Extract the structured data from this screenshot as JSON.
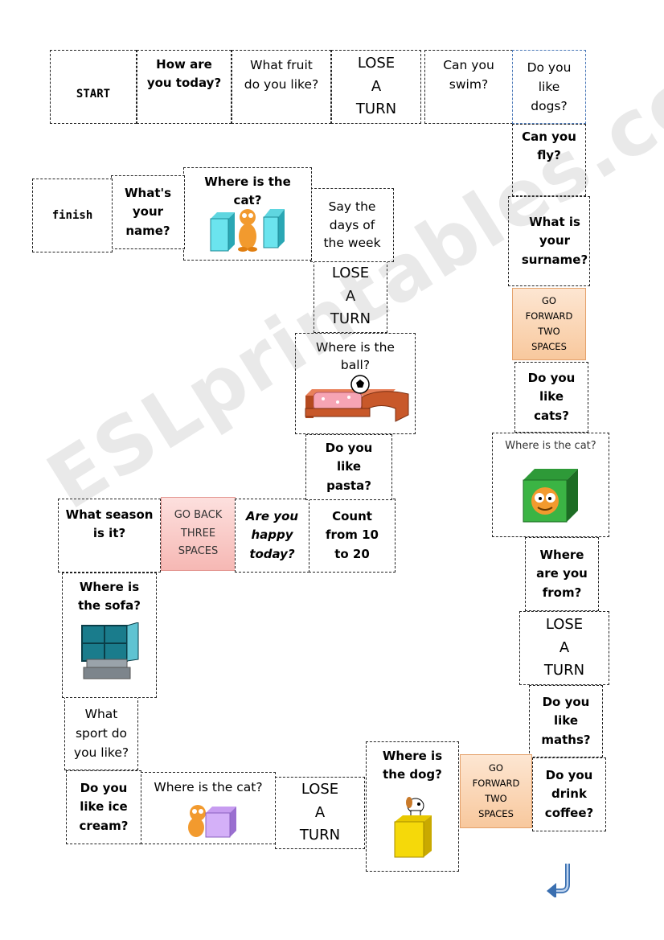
{
  "board": {
    "start": "START",
    "finish": "finish",
    "cells": {
      "c01": "How are\nyou today?",
      "c02": "What fruit\ndo you like?",
      "c03": "LOSE\nA\nTURN",
      "c04": "Can you\nswim?",
      "c05": "Do you\nlike\ndogs?",
      "c06": "Can you\nfly?",
      "c07": "What is\nyour\nsurname?",
      "c08": "GO\nFORWARD\nTWO\nSPACES",
      "c09": "Do you\nlike\ncats?",
      "c10": "Where is the cat?",
      "c11": "Where\nare you\nfrom?",
      "c12": "LOSE\nA\nTURN",
      "c13": "Do you\nlike\nmaths?",
      "c14": "Do you\ndrink\ncoffee?",
      "c15": "GO\nFORWARD\nTWO\nSPACES",
      "c16": "Where is\nthe dog?",
      "c17": "LOSE\nA\nTURN",
      "c18": "Where is the cat?",
      "c19": "Do you\nlike ice\ncream?",
      "c20": "What\nsport do\nyou like?",
      "c21": "Where is\nthe sofa?",
      "c22": "What season\nis it?",
      "c23": "GO BACK\nTHREE\nSPACES",
      "c24": "Are you\nhappy\ntoday?",
      "c25": "Count\nfrom 10\nto 20",
      "c26": "Do you\nlike\npasta?",
      "c27": "Where is the\nball?",
      "c28": "LOSE\nA\nTURN",
      "c29": "Say the\ndays of\nthe week",
      "c30": "Where is the\ncat?",
      "c31": "What's\nyour\nname?"
    }
  },
  "watermark": "ESLprintables.com",
  "icons": [
    "cat-between-boxes-icon",
    "ball-on-bed-icon",
    "cat-in-box-icon",
    "dog-on-box-icon",
    "cat-behind-box-icon",
    "sofa-under-window-icon",
    "return-arrow-icon"
  ],
  "colors": {
    "orange_space": "#f8c89d",
    "pink_space": "#f6b8b4",
    "arrow": "#3a6fb0"
  }
}
